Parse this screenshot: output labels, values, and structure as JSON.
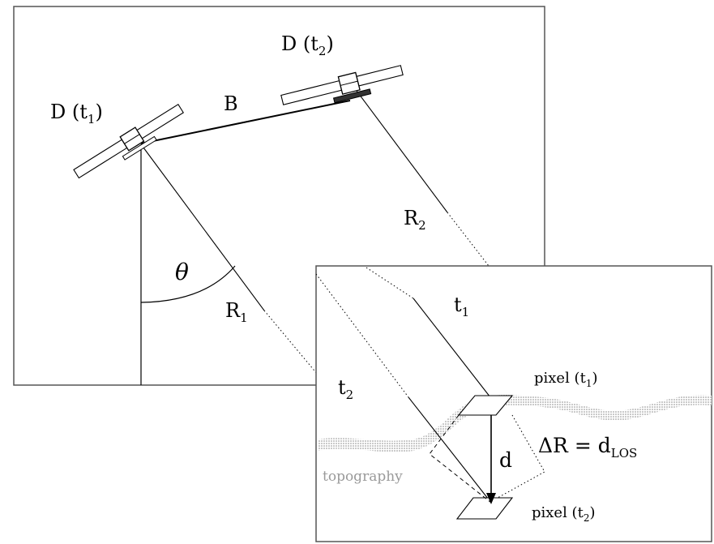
{
  "satellite_t1": {
    "label": "D (t",
    "sub": "1",
    "close": ")"
  },
  "satellite_t2": {
    "label": "D (t",
    "sub": "2",
    "close": ")"
  },
  "baseline": {
    "label": "B"
  },
  "angle": {
    "label": "θ"
  },
  "range_1": {
    "label": "R",
    "sub": "1"
  },
  "range_2": {
    "label": "R",
    "sub": "2"
  },
  "inset": {
    "t1": {
      "label": "t",
      "sub": "1"
    },
    "t2": {
      "label": "t",
      "sub": "2"
    },
    "pixel_t1": {
      "label": "pixel (t",
      "sub": "1",
      "close": ")"
    },
    "pixel_t2": {
      "label": "pixel (t",
      "sub": "2",
      "close": ")"
    },
    "delta_r": {
      "label": "ΔR = d",
      "sub": "LOS"
    },
    "displacement": {
      "label": "d"
    },
    "topography": {
      "label": "topography"
    }
  }
}
